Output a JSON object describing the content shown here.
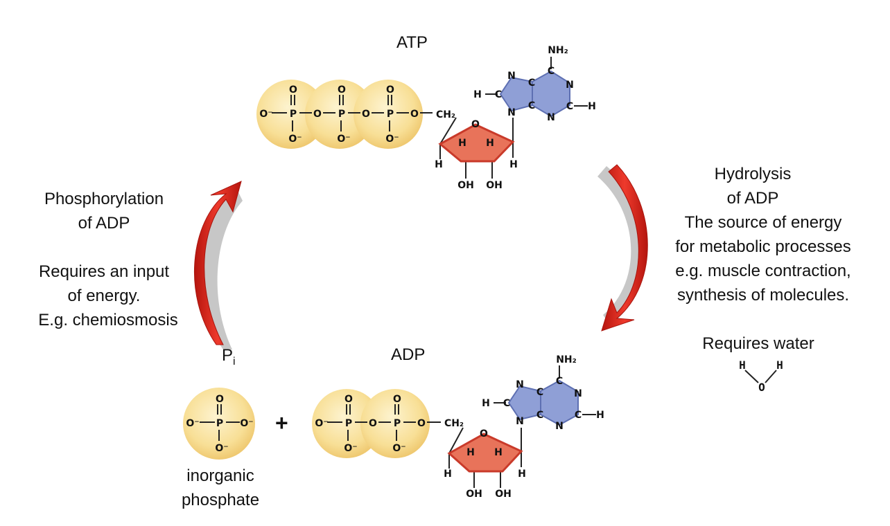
{
  "atp": {
    "title": "ATP"
  },
  "adp": {
    "title": "ADP"
  },
  "pi": {
    "symbol": "P",
    "subscript": "i"
  },
  "plus": "+",
  "inorganic_phosphate": {
    "line1": "inorganic",
    "line2": "phosphate"
  },
  "phosphorylation": {
    "line1": "Phosphorylation",
    "line2": "of ADP",
    "line3": "Requires an input",
    "line4": "of energy.",
    "line5": "E.g. chemiosmosis"
  },
  "hydrolysis": {
    "line1": "Hydrolysis",
    "line2": "of ADP",
    "line3": "The source of energy",
    "line4": "for metabolic processes",
    "line5": "e.g. muscle contraction,",
    "line6": "synthesis of molecules.",
    "line7": "Requires water"
  },
  "water": {
    "h1": "H",
    "h2": "H",
    "o": "O"
  },
  "atoms": {
    "o": "O",
    "o_minus": "O⁻",
    "p": "P",
    "ch2": "CH₂",
    "h": "H",
    "oh": "OH",
    "n": "N",
    "c": "C",
    "nh2": "NH₂"
  },
  "colors": {
    "phosphate_fill": "#f7dc8e",
    "ribose_fill": "#e8735a",
    "ribose_edge": "#c93a2a",
    "adenine_fill": "#8f9fd6",
    "arrow_red": "#d9261c",
    "arrow_shadow": "#bdbdbd"
  }
}
